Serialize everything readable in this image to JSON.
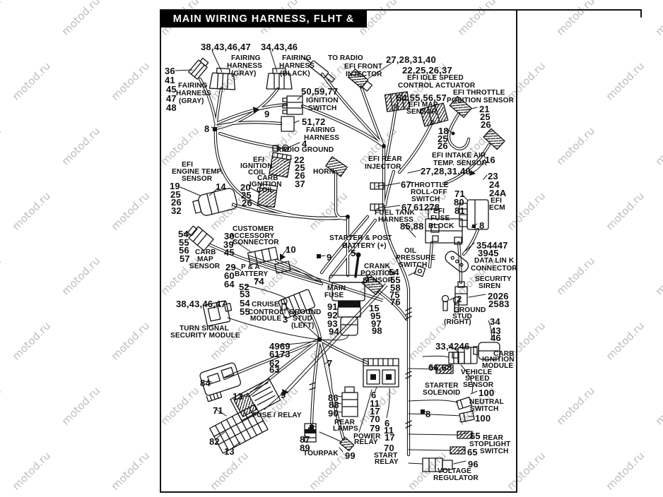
{
  "title": "MAIN WIRING HARNESS,  FLHT & FLHX",
  "watermark": {
    "text": "motod.ru"
  },
  "labels": {
    "callouts": [
      [
        "38,43,46,47",
        284,
        60
      ],
      [
        "34,43,46",
        369,
        60
      ],
      [
        "36",
        233,
        94
      ],
      [
        "41",
        233,
        107
      ],
      [
        "45",
        235,
        120
      ],
      [
        "47",
        235,
        133
      ],
      [
        "48",
        235,
        146
      ],
      [
        "27,28,31,40",
        546,
        78
      ],
      [
        "22,25,26,37",
        569,
        93
      ],
      [
        "50,59,77",
        426,
        123
      ],
      [
        "9",
        374,
        155
      ],
      [
        "8",
        289,
        176
      ],
      [
        "51,72",
        427,
        166
      ],
      [
        "4",
        427,
        197
      ],
      [
        "22",
        416,
        220
      ],
      [
        "25",
        417,
        231
      ],
      [
        "26",
        417,
        242
      ],
      [
        "37",
        417,
        254
      ],
      [
        "54,55,56,57",
        561,
        132
      ],
      [
        "21",
        678,
        148
      ],
      [
        "25",
        679,
        159
      ],
      [
        "26",
        680,
        170
      ],
      [
        "18",
        620,
        179
      ],
      [
        "25",
        619,
        190
      ],
      [
        "26",
        619,
        200
      ],
      [
        "16",
        686,
        220
      ],
      [
        "27,28,31,40",
        595,
        236
      ],
      [
        "23",
        690,
        243
      ],
      [
        "24",
        692,
        255
      ],
      [
        "24A",
        692,
        267
      ],
      [
        "71",
        643,
        268
      ],
      [
        "80",
        642,
        280
      ],
      [
        "81",
        643,
        292
      ],
      [
        "19",
        240,
        257
      ],
      [
        "25",
        241,
        269
      ],
      [
        "26",
        242,
        280
      ],
      [
        "32",
        242,
        292
      ],
      [
        "14",
        305,
        258
      ],
      [
        "20",
        340,
        259
      ],
      [
        "25",
        341,
        270
      ],
      [
        "26",
        342,
        281
      ],
      [
        "67",
        567,
        255
      ],
      [
        "67",
        568,
        287
      ],
      [
        "61278",
        585,
        287
      ],
      [
        "85,88",
        566,
        314
      ],
      [
        "8",
        678,
        313
      ],
      [
        "354447",
        674,
        341
      ],
      [
        "3945",
        676,
        352
      ],
      [
        "2026",
        690,
        413
      ],
      [
        "2583",
        691,
        424
      ],
      [
        "2",
        646,
        417
      ],
      [
        "34",
        693,
        449
      ],
      [
        "43",
        694,
        462
      ],
      [
        "46",
        694,
        472
      ],
      [
        "33,4246",
        616,
        484
      ],
      [
        "66,68",
        606,
        514
      ],
      [
        "100",
        677,
        550
      ],
      [
        "100",
        672,
        586
      ],
      [
        "8",
        602,
        580
      ],
      [
        "65",
        665,
        611
      ],
      [
        "65",
        661,
        634
      ],
      [
        "96",
        662,
        651
      ],
      [
        "30",
        317,
        328
      ],
      [
        "39",
        316,
        340
      ],
      [
        "45",
        317,
        351
      ],
      [
        "54",
        252,
        325
      ],
      [
        "55",
        253,
        337
      ],
      [
        "56",
        253,
        348
      ],
      [
        "57",
        254,
        360
      ],
      [
        "29",
        319,
        372
      ],
      [
        "60",
        317,
        384
      ],
      [
        "64",
        317,
        396
      ],
      [
        "74",
        359,
        392
      ],
      [
        "52",
        338,
        400
      ],
      [
        "53",
        339,
        410
      ],
      [
        "54",
        339,
        423
      ],
      [
        "55",
        339,
        435
      ],
      [
        "3",
        400,
        446
      ],
      [
        "38,43,46,47",
        249,
        424
      ],
      [
        "10",
        404,
        347
      ],
      [
        "9",
        462,
        358
      ],
      [
        "5",
        496,
        352
      ],
      [
        "54",
        550,
        379
      ],
      [
        "55",
        552,
        390
      ],
      [
        "58",
        552,
        401
      ],
      [
        "75",
        551,
        411
      ],
      [
        "76",
        552,
        421
      ],
      [
        "91",
        463,
        428
      ],
      [
        "92",
        463,
        440
      ],
      [
        "93",
        463,
        452
      ],
      [
        "94",
        465,
        463
      ],
      [
        "15",
        522,
        430
      ],
      [
        "95",
        524,
        441
      ],
      [
        "97",
        525,
        452
      ],
      [
        "98",
        526,
        462
      ],
      [
        "4969",
        381,
        484
      ],
      [
        "6173",
        381,
        495
      ],
      [
        "62",
        381,
        508
      ],
      [
        "63",
        381,
        517
      ],
      [
        "7",
        463,
        508
      ],
      [
        "84",
        283,
        536
      ],
      [
        "13",
        329,
        555
      ],
      [
        "9",
        397,
        553
      ],
      [
        "71",
        301,
        575
      ],
      [
        "82",
        296,
        619
      ],
      [
        "13",
        317,
        633
      ],
      [
        "86",
        464,
        557
      ],
      [
        "88",
        465,
        567
      ],
      [
        "90",
        464,
        579
      ],
      [
        "8",
        435,
        603
      ],
      [
        "87",
        424,
        616
      ],
      [
        "89",
        424,
        628
      ],
      [
        "99",
        488,
        639
      ],
      [
        "6",
        525,
        553
      ],
      [
        "11",
        523,
        565
      ],
      [
        "17",
        523,
        576
      ],
      [
        "70",
        523,
        587
      ],
      [
        "79",
        523,
        600
      ],
      [
        "6",
        544,
        593
      ],
      [
        "11",
        543,
        603
      ],
      [
        "17",
        544,
        613
      ],
      [
        "70",
        543,
        628
      ]
    ],
    "names": [
      [
        "FAIRING",
        327,
        77
      ],
      [
        "HARNESS",
        321,
        88
      ],
      [
        "(GRAY)",
        327,
        99
      ],
      [
        "FAIRING",
        399,
        77
      ],
      [
        "HARNESS",
        395,
        88
      ],
      [
        "(BLACK)",
        396,
        99
      ],
      [
        "FAIRING",
        252,
        116
      ],
      [
        "HARNESS",
        249,
        127
      ],
      [
        "(GRAY)",
        253,
        138
      ],
      [
        "TO RADIO",
        464,
        77
      ],
      [
        "EFI FRONT",
        487,
        89
      ],
      [
        "INJECTOR",
        489,
        100
      ],
      [
        "EFI IDLE SPEED",
        576,
        105
      ],
      [
        "CONTROL ACTUATOR",
        563,
        116
      ],
      [
        "EFI MAP",
        578,
        143
      ],
      [
        "SENSOR",
        575,
        153
      ],
      [
        "EFI THROTTLE",
        641,
        126
      ],
      [
        "POSITION SENSOR",
        632,
        137
      ],
      [
        "IGNITION",
        433,
        137
      ],
      [
        "SWITCH",
        436,
        148
      ],
      [
        "FAIRING",
        433,
        179
      ],
      [
        "HARNESS",
        430,
        190
      ],
      [
        "RADIO GROUND",
        391,
        207
      ],
      [
        "EFI",
        358,
        221
      ],
      [
        "IGNITION",
        340,
        230
      ],
      [
        "COIL",
        351,
        239
      ],
      [
        "HORN",
        443,
        238
      ],
      [
        "CARB",
        364,
        247
      ],
      [
        "IGNITION",
        353,
        256
      ],
      [
        "COIL",
        363,
        264
      ],
      [
        "EFI",
        257,
        228
      ],
      [
        "ENGINE TEMP.",
        243,
        238
      ],
      [
        "SENSOR",
        257,
        248
      ],
      [
        "EFI INTAKE AIR",
        611,
        215
      ],
      [
        "TEMP. SENSOR",
        613,
        226
      ],
      [
        "EFI REAR",
        521,
        220
      ],
      [
        "INJECTOR",
        516,
        231
      ],
      [
        "THROTTLE",
        580,
        257
      ],
      [
        "ROLL-OFF",
        581,
        267
      ],
      [
        "SWITCH",
        582,
        277
      ],
      [
        "FUEL TANK",
        530,
        296
      ],
      [
        "HARNESS",
        535,
        306
      ],
      [
        "EFI",
        613,
        294
      ],
      [
        "FUSE",
        609,
        304
      ],
      [
        "BLOCK",
        606,
        315
      ],
      [
        "EFI",
        694,
        279
      ],
      [
        "ECM",
        692,
        289
      ],
      [
        "DATA LIN K",
        671,
        364
      ],
      [
        "CONNECTOR",
        666,
        375
      ],
      [
        "SECURITY",
        672,
        390
      ],
      [
        "SIREN",
        677,
        400
      ],
      [
        "GROUND",
        642,
        434
      ],
      [
        "STUD",
        640,
        443
      ],
      [
        "(RIGHT)",
        628,
        451
      ],
      [
        "CUSTOMER",
        329,
        319
      ],
      [
        "ACCESSORY",
        324,
        329
      ],
      [
        "CONNECTOR",
        329,
        338
      ],
      [
        "CARB",
        276,
        352
      ],
      [
        "MAP",
        279,
        362
      ],
      [
        "SENSOR",
        268,
        372
      ],
      [
        "P & A",
        341,
        373
      ],
      [
        "BATTERY",
        332,
        383
      ],
      [
        "CRUISE",
        356,
        426
      ],
      [
        "CONTROL",
        351,
        437
      ],
      [
        "MODULE",
        354,
        446
      ],
      [
        "GROUND",
        409,
        437
      ],
      [
        "STUD",
        414,
        446
      ],
      [
        "(LEFT)",
        412,
        456
      ],
      [
        "TURN SIGNAL",
        254,
        460
      ],
      [
        "SECURITY MODULE",
        241,
        470
      ],
      [
        "STARTER & POST",
        466,
        332
      ],
      [
        "BATTERY (+)",
        484,
        343
      ],
      [
        "CRANK",
        515,
        372
      ],
      [
        "POSITION",
        510,
        382
      ],
      [
        "SENSOR",
        513,
        392
      ],
      [
        "OIL",
        572,
        350
      ],
      [
        "PRESSURE",
        560,
        360
      ],
      [
        "SWITCH",
        564,
        370
      ],
      [
        "MAIN",
        463,
        403
      ],
      [
        "FUSE",
        459,
        413
      ],
      [
        "CARB",
        698,
        496
      ],
      [
        "IGNITION",
        682,
        504
      ],
      [
        "MODULE",
        682,
        513
      ],
      [
        "VEHICLE",
        652,
        522
      ],
      [
        "SPEED",
        658,
        531
      ],
      [
        "SENSOR",
        655,
        540
      ],
      [
        "STARTER",
        601,
        541
      ],
      [
        "SOLENOID",
        598,
        551
      ],
      [
        "NEUTRAL",
        664,
        564
      ],
      [
        "SWITCH",
        665,
        574
      ],
      [
        "REAR",
        683,
        615
      ],
      [
        "STOPLIGHT",
        664,
        624
      ],
      [
        "SWITCH",
        679,
        634
      ],
      [
        "VOLTAGE",
        619,
        662
      ],
      [
        "REGULATOR",
        613,
        672
      ],
      [
        "REAR",
        473,
        593
      ],
      [
        "LAMPS",
        471,
        602
      ],
      [
        "POWER",
        500,
        613
      ],
      [
        "RELAY",
        501,
        621
      ],
      [
        "START",
        529,
        640
      ],
      [
        "RELAY",
        530,
        649
      ],
      [
        "TOURPAK",
        429,
        637
      ],
      [
        "FUSE / RELAY",
        357,
        583
      ]
    ]
  }
}
